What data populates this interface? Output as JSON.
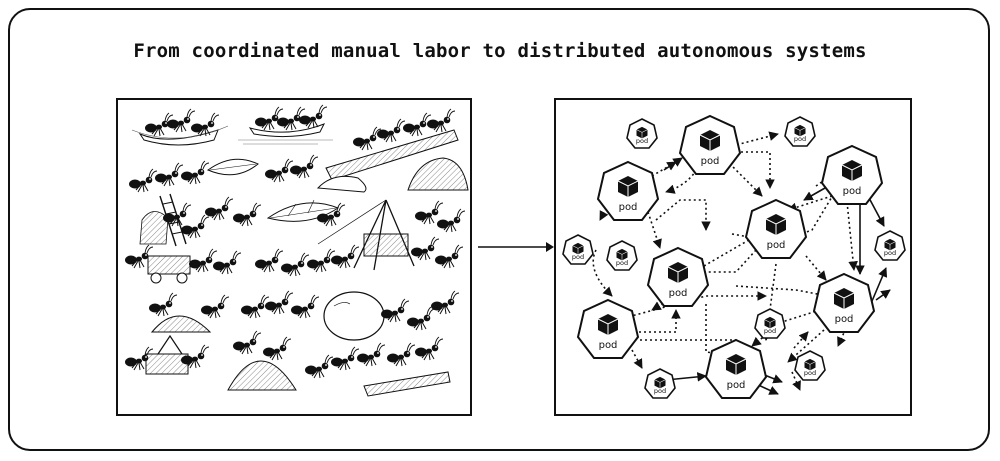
{
  "title": "From coordinated manual labor to distributed autonomous systems",
  "pod_label": "pod",
  "colors": {
    "ink": "#111111",
    "paper": "#ffffff",
    "border": "#111111"
  },
  "left_panel": {
    "content": "ant-colony-illustration"
  },
  "right_panel": {
    "content": "pod-network-illustration"
  }
}
